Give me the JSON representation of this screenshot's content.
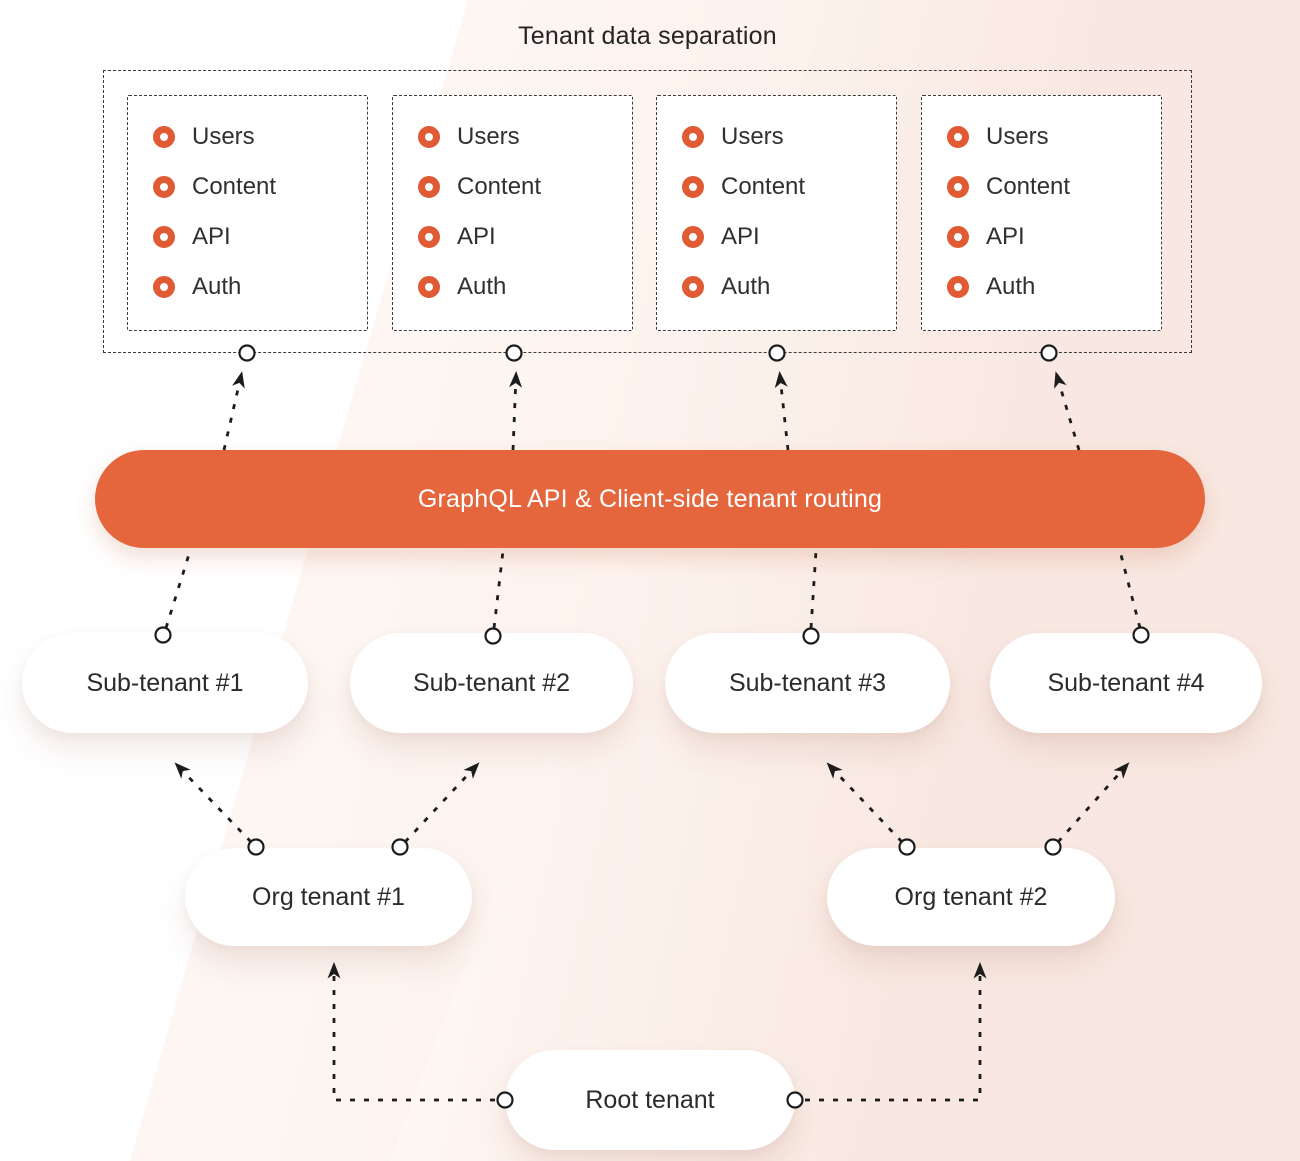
{
  "title": "Tenant data separation",
  "colors": {
    "banner_accent": "#E5663D",
    "bullet_accent": "#E05A33",
    "connector": "#1C1C1C"
  },
  "tenant_boxes": [
    {
      "items": [
        "Users",
        "Content",
        "API",
        "Auth"
      ]
    },
    {
      "items": [
        "Users",
        "Content",
        "API",
        "Auth"
      ]
    },
    {
      "items": [
        "Users",
        "Content",
        "API",
        "Auth"
      ]
    },
    {
      "items": [
        "Users",
        "Content",
        "API",
        "Auth"
      ]
    }
  ],
  "banner": {
    "label": "GraphQL API & Client-side tenant routing"
  },
  "sub_tenants": [
    {
      "label": "Sub-tenant #1"
    },
    {
      "label": "Sub-tenant #2"
    },
    {
      "label": "Sub-tenant #3"
    },
    {
      "label": "Sub-tenant #4"
    }
  ],
  "org_tenants": [
    {
      "label": "Org tenant #1"
    },
    {
      "label": "Org tenant #2"
    }
  ],
  "root_tenant": {
    "label": "Root tenant"
  }
}
